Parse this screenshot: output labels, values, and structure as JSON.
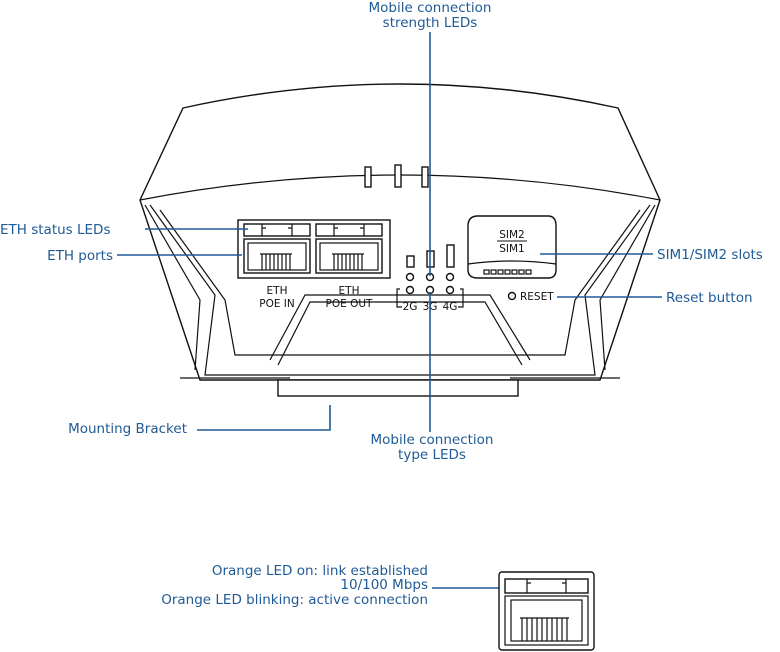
{
  "labels": {
    "mobile_strength_1": "Mobile connection",
    "mobile_strength_2": "strength LEDs",
    "eth_status": "ETH status LEDs",
    "eth_ports": "ETH ports",
    "sim_slots": "SIM1/SIM2 slots",
    "reset_button": "Reset button",
    "mounting_bracket": "Mounting Bracket",
    "mobile_type_1": "Mobile connection",
    "mobile_type_2": "type LEDs"
  },
  "device": {
    "eth": "ETH",
    "poe_in": "POE IN",
    "poe_out": "POE OUT",
    "sim2": "SIM2",
    "sim1": "SIM1",
    "reset": "RESET",
    "led_2g": "2G",
    "led_3g": "3G",
    "led_4g": "4G"
  },
  "legend": {
    "line1": "Orange LED on: link established",
    "line2": "10/100 Mbps",
    "line3": "Orange LED blinking: active connection"
  },
  "colors": {
    "accent": "#1f5a96"
  }
}
